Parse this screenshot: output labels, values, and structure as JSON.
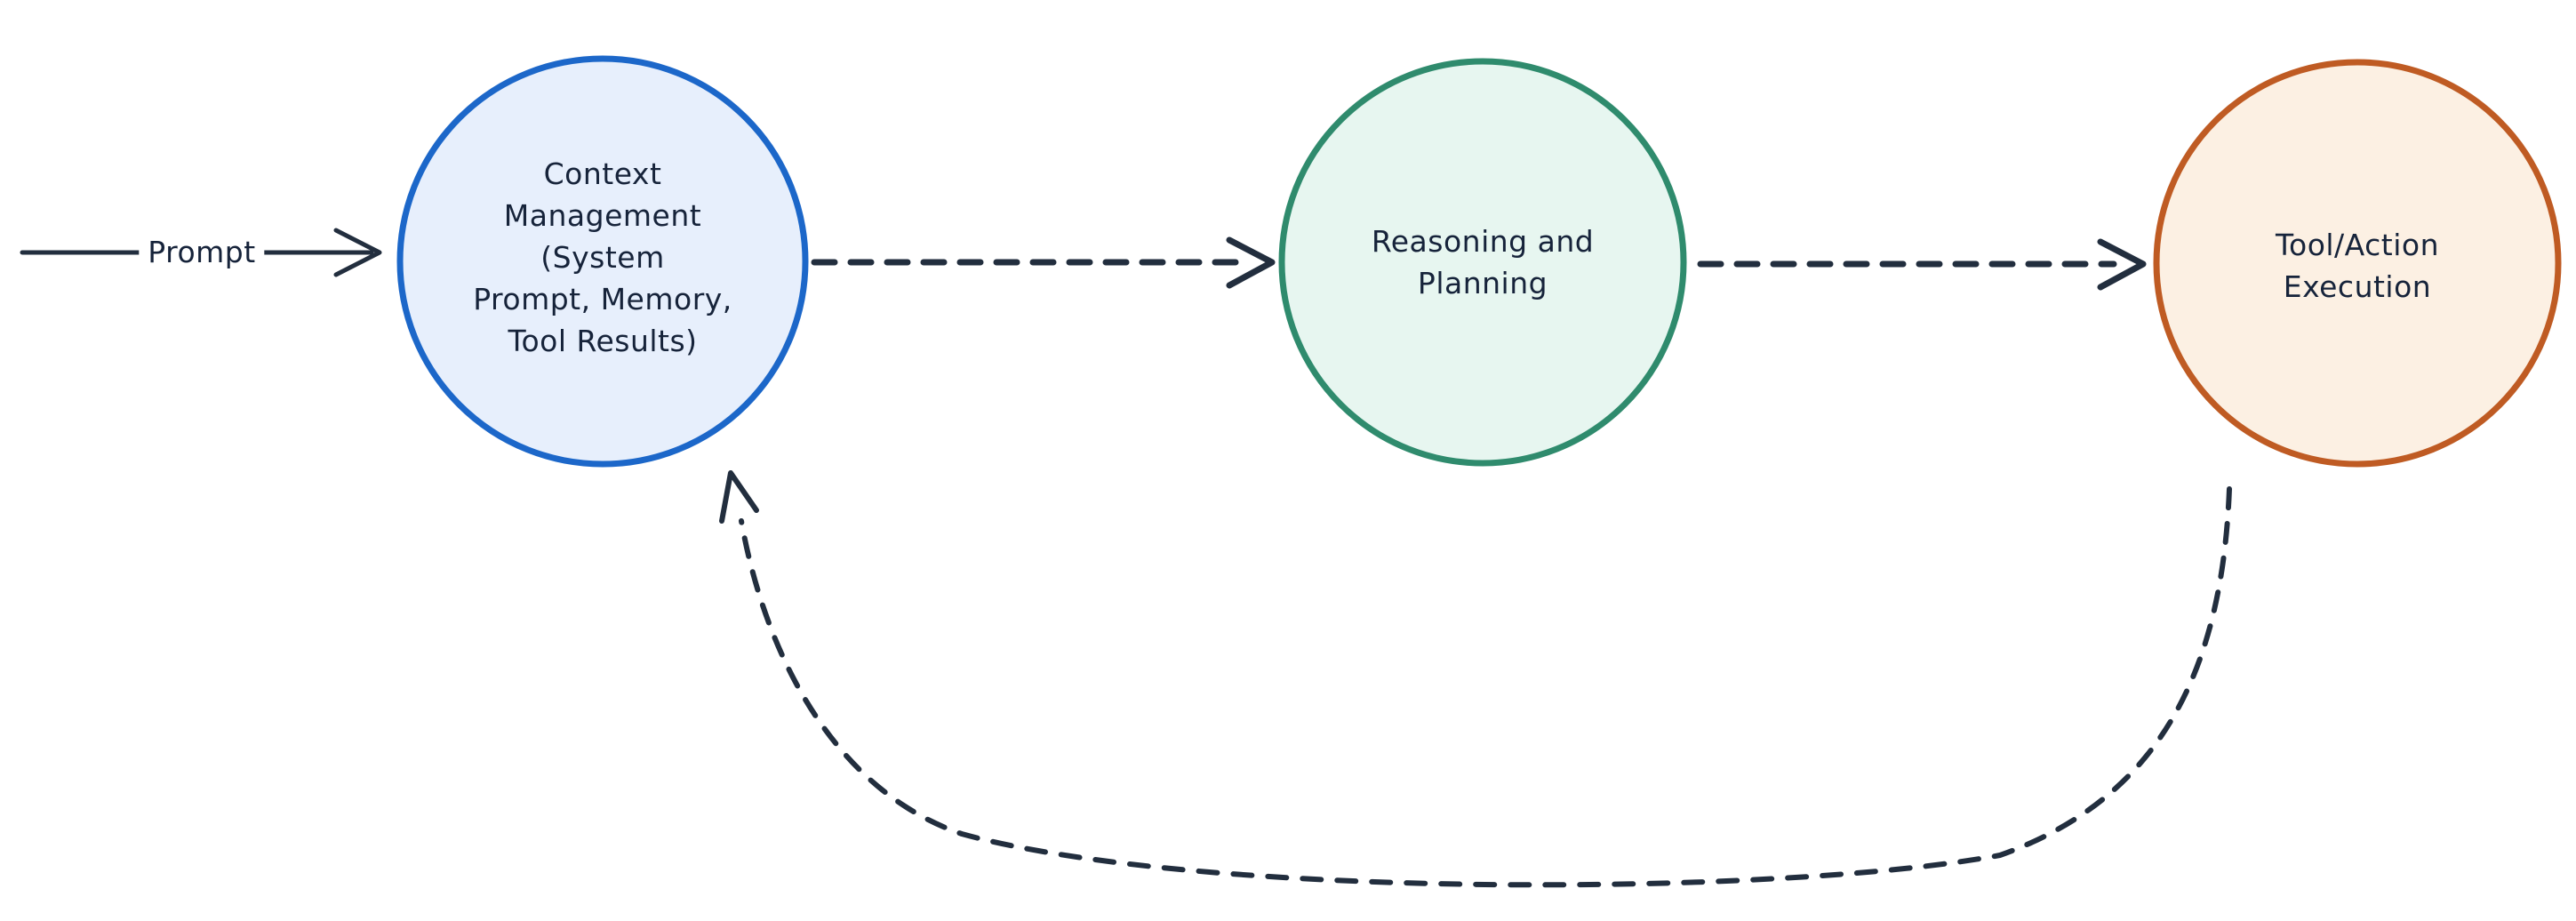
{
  "canvas": {
    "background": "#ffffff"
  },
  "diagram": {
    "type": "flow-diagram",
    "connector_color": "#222e3e",
    "text_color": "#16233a",
    "nodes": {
      "context": {
        "id": "context-management",
        "label": "Context\nManagement\n(System\nPrompt, Memory,\nTool Results)",
        "shape": "circle",
        "stroke": "#1c67c9",
        "fill": "#e7effc"
      },
      "reasoning": {
        "id": "reasoning-planning",
        "label": "Reasoning and\nPlanning",
        "shape": "circle",
        "stroke": "#2f8b6d",
        "fill": "#e7f6f0"
      },
      "tool": {
        "id": "tool-action-execution",
        "label": "Tool/Action\nExecution",
        "shape": "circle",
        "stroke": "#bf5b23",
        "fill": "#fcf0e3"
      }
    },
    "edges": {
      "prompt": {
        "label": "Prompt",
        "style": "solid",
        "to": "context-management"
      },
      "context_to_reasoning": {
        "style": "dashed",
        "from": "context-management",
        "to": "reasoning-planning"
      },
      "reasoning_to_tool": {
        "style": "dashed",
        "from": "reasoning-planning",
        "to": "tool-action-execution"
      },
      "tool_to_context_loop": {
        "style": "dashed",
        "from": "tool-action-execution",
        "to": "context-management"
      }
    }
  }
}
